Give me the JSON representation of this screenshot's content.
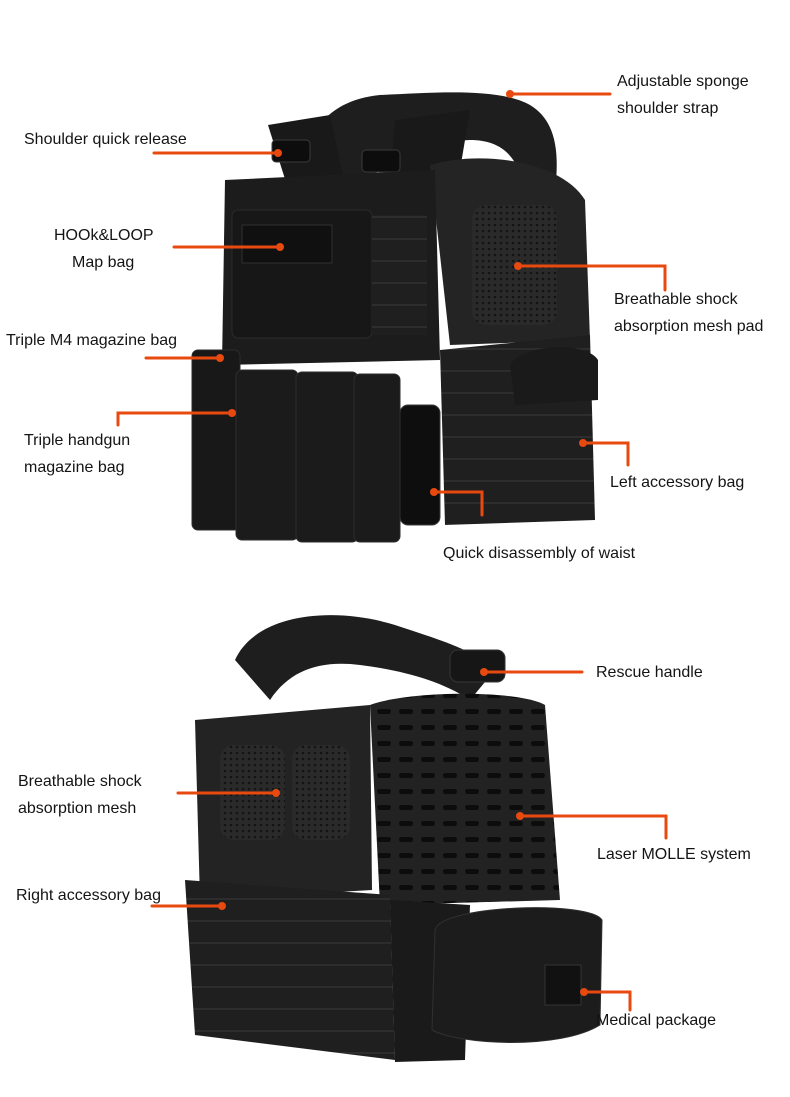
{
  "theme": {
    "leader_color": "#e8490f",
    "vest_color": "#1c1c1c",
    "text_color": "#141414"
  },
  "top_view": {
    "callouts": {
      "shoulder_strap": [
        "Adjustable sponge",
        "shoulder strap"
      ],
      "shoulder_release": [
        "Shoulder quick release"
      ],
      "map_bag": [
        "HOOk&LOOP",
        "Map bag"
      ],
      "mesh_pad": [
        "Breathable shock",
        "absorption mesh pad"
      ],
      "m4_bag": [
        "Triple M4 magazine bag"
      ],
      "handgun_bag": [
        "Triple handgun",
        "magazine bag"
      ],
      "left_accessory": [
        "Left accessory bag"
      ],
      "waist_release": [
        "Quick disassembly of waist"
      ]
    }
  },
  "bottom_view": {
    "callouts": {
      "rescue_handle": [
        "Rescue handle"
      ],
      "mesh": [
        "Breathable shock",
        "absorption mesh"
      ],
      "molle": [
        "Laser MOLLE system"
      ],
      "right_accessory": [
        "Right accessory bag"
      ],
      "medical": [
        "Medical package"
      ]
    }
  }
}
